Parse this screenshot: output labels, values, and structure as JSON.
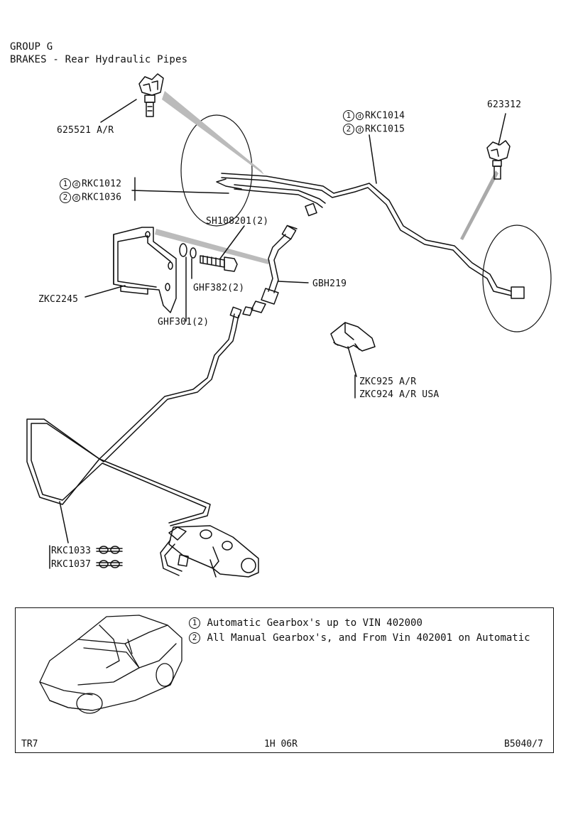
{
  "header": {
    "group": "GROUP G",
    "title": "BRAKES - Rear Hydraulic Pipes"
  },
  "labels": {
    "clip_left": "625521 A/R",
    "clip_right": "623312",
    "pipe_1014": "RKC1014",
    "pipe_1015": "RKC1015",
    "pipe_1012": "RKC1012",
    "pipe_1036": "RKC1036",
    "bolt": "SH108201(2)",
    "washer_382": "GHF382(2)",
    "bracket": "ZKC2245",
    "hose": "GBH219",
    "washer_301": "GHF301(2)",
    "clip_925": "ZKC925 A/R",
    "clip_924": "ZKC924 A/R USA",
    "pipe_1033": "RKC1033",
    "pipe_1037": "RKC1037"
  },
  "variant_marks": {
    "one": "1",
    "two": "2",
    "d": "d"
  },
  "notes": {
    "note1": "Automatic Gearbox's up to VIN 402000",
    "note2": "All Manual Gearbox's, and From Vin 402001 on Automatic"
  },
  "footer": {
    "model": "TR7",
    "code": "1H 06R",
    "ref": "B5040/7"
  }
}
